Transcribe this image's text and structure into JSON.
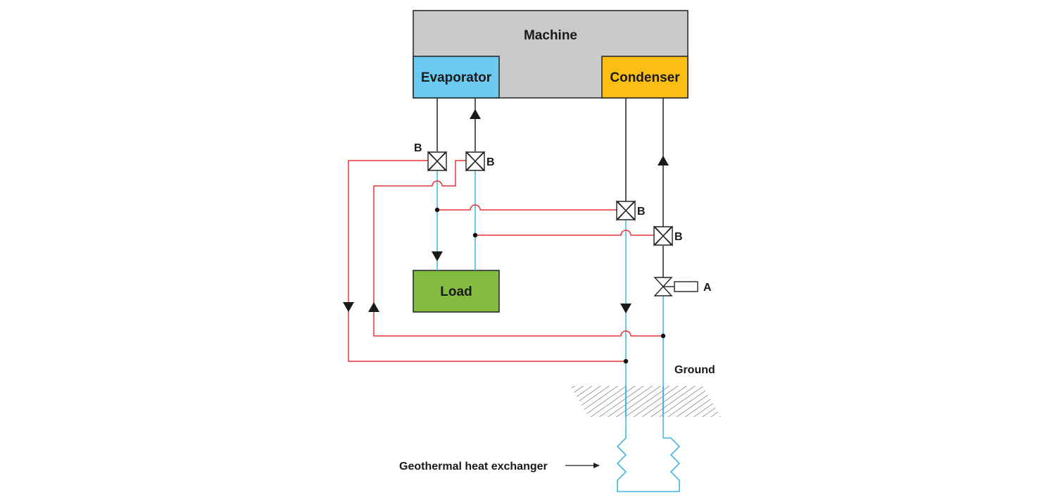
{
  "labels": {
    "machine": "Machine",
    "evaporator": "Evaporator",
    "condenser": "Condenser",
    "load": "Load",
    "ground": "Ground",
    "geothermal": "Geothermal heat exchanger",
    "valve_b": "B",
    "valve_a": "A"
  },
  "colors": {
    "machine": "#c8cacc",
    "evaporator": "#6cc9ef",
    "condenser": "#fbbf14",
    "load": "#84bb41",
    "red_pipe": "#e8303a",
    "blue_pipe": "#3fb6e6",
    "black_pipe": "#222222"
  }
}
